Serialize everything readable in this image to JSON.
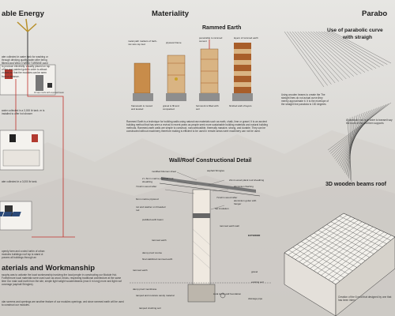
{
  "colors": {
    "background": "#dcdad6",
    "wire_red": "#c0302a",
    "earth_layer_dark": "#a85e2a",
    "earth_layer_light": "#d9b483",
    "concrete": "#8e8e8e",
    "wood": "#c88c4a"
  },
  "sections": {
    "energy": {
      "title": "able Energy",
      "paragraph1": "ater collected in water tank for washing or through drinking quality water after being filtered and Wind 3 WIND TURBINE used to produce electricity. visually placed on top of the and painted gold in order to attract visitors so that the modules can be seen from a distance.",
      "paragraph2": "water collected in a 3,000 ltr tank. er is installed to offer hot shower",
      "paragraph3": "ater collected in a 3,000 ltr tank.",
      "paragraph4": "openly farm and a wind turbin of urban modules buildings roof top is stand ct powers all buildings through an",
      "fig_caption": "16 sqm roofs with exposed beam"
    },
    "materiality": {
      "title": "Materiality",
      "subtitle": "Rammed Earth",
      "labels": [
        "metal path markers of barb- mix wire top tied",
        "plywood frame",
        "penetrable to rammed cement",
        "layers of rammed earth"
      ],
      "bottom_labels": [
        "framework is moved and leveled",
        "gravel is fill and compacted",
        "formwork is filled with soil",
        "finished wall of layers"
      ],
      "description": "Rammed Earth is a technique for building walls using natural raw materials such as earth, chalk, lime or gravel. It is an ancient building method that has seen a revival in recent years as people seek more sustainable building materials and natural building methods. Rammed-earth walls are simple to construct, noncombustible, thermally massive, strong, and durable. They can be constructed without machinery therefore making is efficient to be used in remote areas were machinery can not be used."
    },
    "detail": {
      "title": "Wall/Roof Constructional Detail",
      "labels_left": [
        "modified bitumen sheet",
        "2 x 6mm marine plywood roof sheathing",
        "7x12cm wood rafter",
        "6mm marine plywood",
        "nut and washer on threaded rod",
        "puddled earth beam",
        "rammed earth",
        "damp proof course",
        "final stabilized rammed earth",
        "rammed earth",
        "damp proof membrane",
        "tamped and moisture sandy material",
        "tamped crushing soil"
      ],
      "labels_right": [
        "asphalt Shingles",
        "21mm wood plank roof sheathing",
        "aluminium flashing",
        "7x12cm wood rafter",
        "aluminium gutter with hanger",
        "hat insulation",
        "rammed earth wall",
        "EXTERIOR",
        "gravel",
        "existing soil",
        "local stone wall foundation",
        "drainage pipe"
      ]
    },
    "workmanship": {
      "title": "aterials and Workmanship",
      "paragraph": "ssophy was to activate the local workmanship involving the local people in constructing our Module Hut. Furthermore local materials were used such as wood, bricks, respecting traditional architecture at the same time Our main wall earth from the site, simple light weight woodenbeams (max 6 m long) more and light roof coverage (asphalt Shingles).",
      "paragraph2": "olar screens and openings are another feature of our modules openings. ced since rammed earth will be used to construct our modules."
    },
    "parabolic": {
      "title": "Parabo",
      "subtitle1": "Use of parabolic curve",
      "subtitle2": "with straigh",
      "paragraph": "Using wooden beams to create the The straight lines do not actual curve,they merely approximate it. It is the envelope of the straight line parabola is 130 degrees",
      "paragraph2": "A parabolic roof is in order to transmit say the roofs of the and then supports"
    },
    "beams": {
      "title": "3D wooden beams roof",
      "caption": "Creation of the 6 mod that designed by one that has been inters"
    }
  }
}
